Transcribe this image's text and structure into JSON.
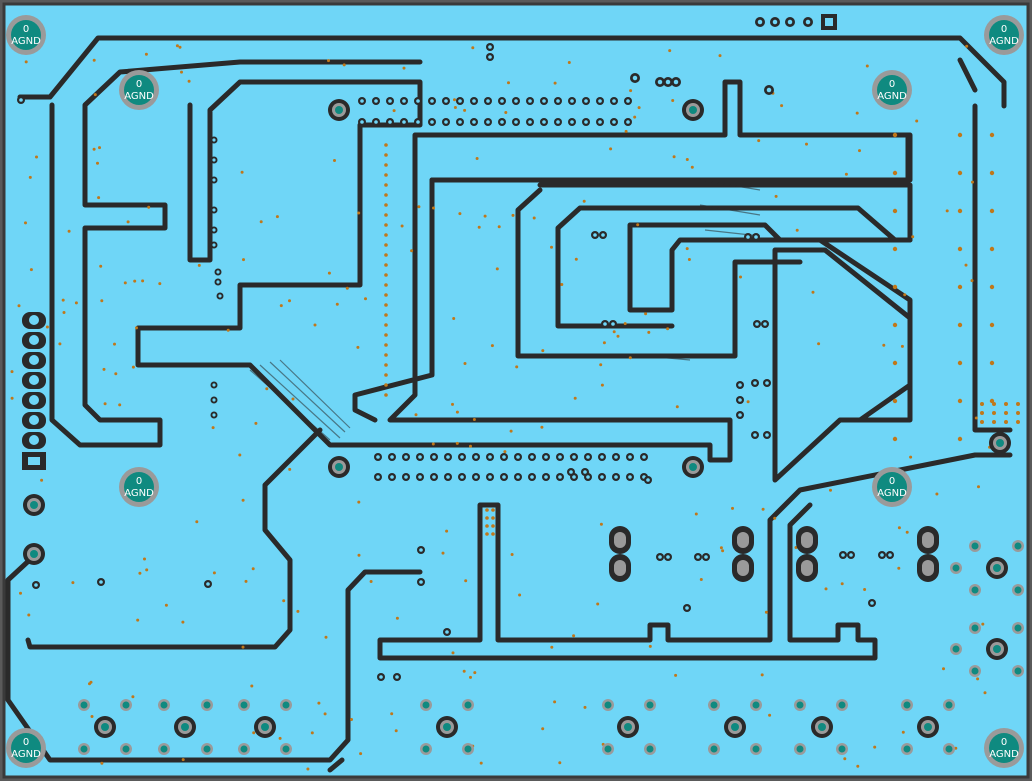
{
  "view": {
    "type": "pcb-layout",
    "layer": "ground plane (AGND)"
  },
  "colors": {
    "copper": "#6fd6f7",
    "clearance": "#2a2a2a",
    "pad_ring": "#9a9a9a",
    "pad_center": "#0f8a80",
    "via": "#c0781a",
    "label": "#ffffff"
  },
  "mounting_holes": [
    {
      "label": "AGND",
      "net": "0"
    },
    {
      "label": "AGND",
      "net": "0"
    },
    {
      "label": "AGND",
      "net": "0"
    },
    {
      "label": "AGND",
      "net": "0"
    },
    {
      "label": "AGND",
      "net": "0"
    },
    {
      "label": "AGND",
      "net": "0"
    },
    {
      "label": "AGND",
      "net": "0"
    },
    {
      "label": "AGND",
      "net": "0"
    }
  ]
}
